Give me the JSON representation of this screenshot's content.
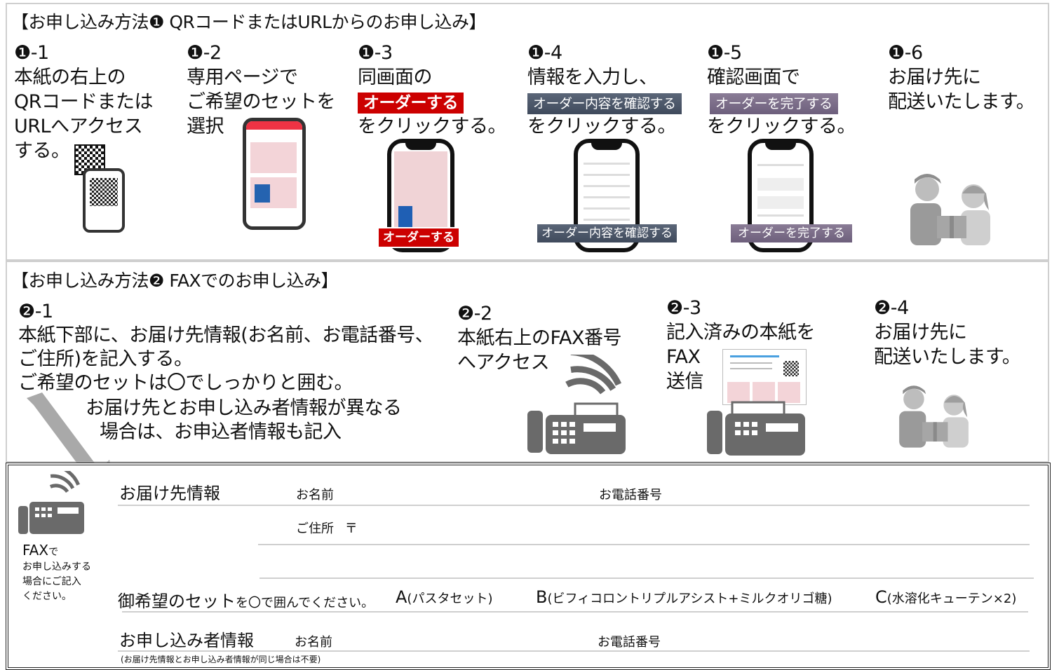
{
  "method1": {
    "title": "【お申し込み方法❶ QRコードまたはURLからのお申し込み】",
    "steps": [
      {
        "num": "❶-1",
        "lines": [
          "本紙の右上の",
          "QRコードまたは",
          "URLへアクセス",
          "する。"
        ]
      },
      {
        "num": "❶-2",
        "lines": [
          "専用ページで",
          "ご希望のセットを",
          "選択"
        ]
      },
      {
        "num": "❶-3",
        "lines": [
          "同画面の"
        ],
        "button": "オーダーする",
        "after": "をクリックする。"
      },
      {
        "num": "❶-4",
        "lines": [
          "情報を入力し、"
        ],
        "button": "オーダー内容を確認する",
        "after": "をクリックする。"
      },
      {
        "num": "❶-5",
        "lines": [
          "確認画面で"
        ],
        "button": "オーダーを完了する",
        "after": "をクリックする。"
      },
      {
        "num": "❶-6",
        "lines": [
          "お届け先に",
          "配送いたします。"
        ]
      }
    ],
    "phone_buttons": [
      "オーダーする",
      "オーダー内容を確認する",
      "オーダーを完了する"
    ]
  },
  "method2": {
    "title": "【お申し込み方法❷ FAXでのお申し込み】",
    "steps": [
      {
        "num": "❷-1",
        "lines": [
          "本紙下部に、お届け先情報(お名前、お電話番号、",
          "ご住所)を記入する。",
          "ご希望のセットは〇でしっかりと囲む。"
        ],
        "note": [
          "お届け先とお申し込み者情報が異なる",
          "場合は、お申込者情報も記入"
        ]
      },
      {
        "num": "❷-2",
        "lines": [
          "本紙右上のFAX番号",
          "へアクセス"
        ]
      },
      {
        "num": "❷-3",
        "lines": [
          "記入済みの本紙を",
          "FAX",
          "送信"
        ]
      },
      {
        "num": "❷-4",
        "lines": [
          "お届け先に",
          "配送いたします。"
        ]
      }
    ]
  },
  "form": {
    "side_note_big": "FAX",
    "side_note_small": "で",
    "side_note_lines": [
      "お申し込みする",
      "場合にご記入",
      "ください。"
    ],
    "delivery_heading": "お届け先情報",
    "name_label": "お名前",
    "phone_label": "お電話番号",
    "address_label": "ご住所",
    "postal_mark": "〒",
    "set_heading": "御希望のセット",
    "set_instruction": "を〇で囲んでください。",
    "options": [
      {
        "letter": "A",
        "desc": "(パスタセット)"
      },
      {
        "letter": "B",
        "desc": "(ビフィコロントリプルアシスト+ミルクオリゴ糖)"
      },
      {
        "letter": "C",
        "desc": "(水溶化キューテン×2)"
      }
    ],
    "applicant_heading": "お申し込み者情報",
    "applicant_name_label": "お名前",
    "applicant_phone_label": "お電話番号",
    "applicant_note": "(お届け先情報とお申し込み者情報が同じ場合は不要)"
  }
}
